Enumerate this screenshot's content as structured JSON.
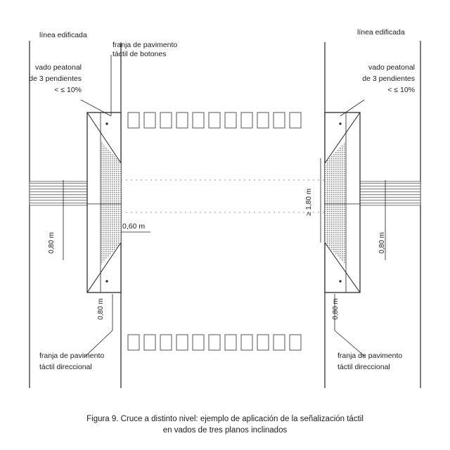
{
  "labels": {
    "left_linea": "línea edificada",
    "right_linea": "línea edificada",
    "franja_botones_1": "franja de pavimento",
    "franja_botones_2": "táctil de botones",
    "vado_left_1": "vado peatonal",
    "vado_left_2": "de 3 pendientes",
    "vado_left_3": "< ≤ 10%",
    "vado_right_1": "vado peatonal",
    "vado_right_2": "de 3 pendientes",
    "vado_right_3": "< ≤ 10%",
    "dim_060": "0,60 m",
    "dim_080_left": "0,80 m",
    "dim_080_right": "0,80 m",
    "dim_080_small_left": "0,80 m",
    "dim_080_small_right": "0,80 m",
    "dim_180": "≥ 1,80 m",
    "franja_dir_left_1": "franja de pavimento",
    "franja_dir_left_2": "táctil direccional",
    "franja_dir_right_1": "franja de pavimento",
    "franja_dir_right_2": "táctil direccional"
  },
  "caption": {
    "line1": "Figura 9. Cruce a distinto nivel: ejemplo de aplicación de la señalización táctil",
    "line2": "en vados de tres planos inclinados"
  }
}
